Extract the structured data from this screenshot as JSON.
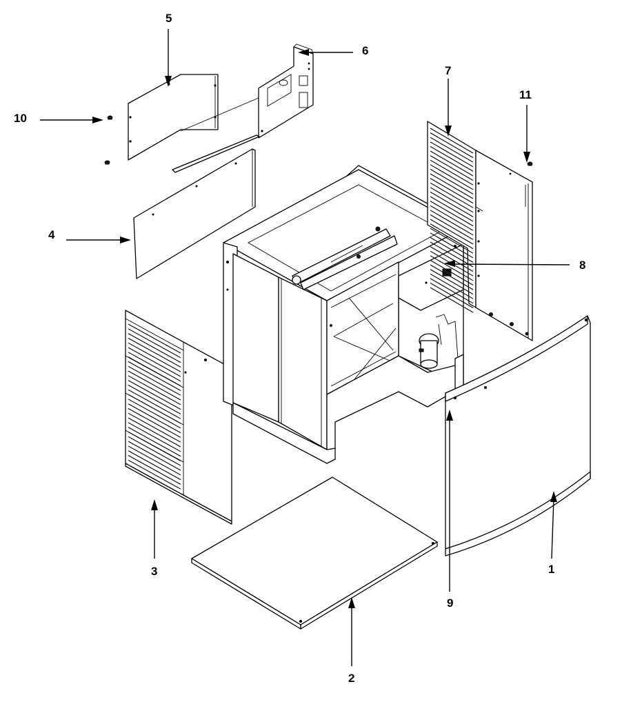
{
  "diagram": {
    "type": "exploded-parts-view",
    "callouts": [
      {
        "id": "c1",
        "label": "1"
      },
      {
        "id": "c2",
        "label": "2"
      },
      {
        "id": "c3",
        "label": "3"
      },
      {
        "id": "c4",
        "label": "4"
      },
      {
        "id": "c5",
        "label": "5"
      },
      {
        "id": "c6",
        "label": "6"
      },
      {
        "id": "c7",
        "label": "7"
      },
      {
        "id": "c8",
        "label": "8"
      },
      {
        "id": "c9",
        "label": "9"
      },
      {
        "id": "c10",
        "label": "10"
      },
      {
        "id": "c11",
        "label": "11"
      }
    ]
  }
}
